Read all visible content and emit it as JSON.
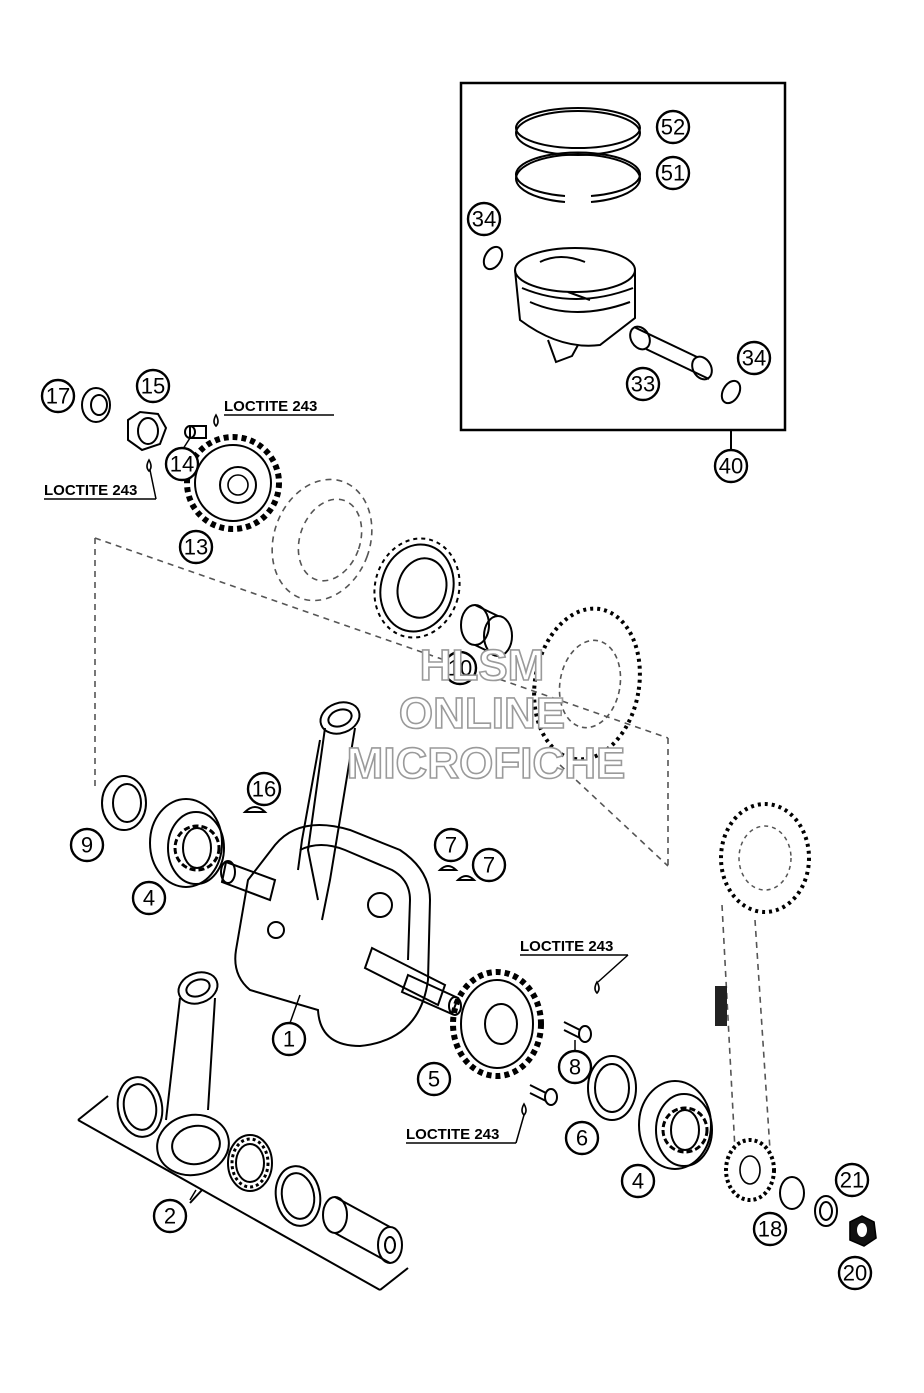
{
  "callouts": {
    "c52": "52",
    "c51": "51",
    "c34a": "34",
    "c34b": "34",
    "c33": "33",
    "c40": "40",
    "c17": "17",
    "c15": "15",
    "c14": "14",
    "c13": "13",
    "c10": "10",
    "c16": "16",
    "c9": "9",
    "c4a": "4",
    "c4b": "4",
    "c7a": "7",
    "c7b": "7",
    "c1": "1",
    "c5": "5",
    "c8": "8",
    "c6": "6",
    "c2": "2",
    "c18": "18",
    "c21": "21",
    "c20": "20"
  },
  "notes": {
    "loctite_1": "LOCTITE 243",
    "loctite_2": "LOCTITE 243",
    "loctite_3": "LOCTITE 243",
    "loctite_4": "LOCTITE 243"
  },
  "watermark": {
    "line1": "HLSM",
    "line2": "ONLINE",
    "line3": "MICROFICHE"
  },
  "colors": {
    "ink": "#000000",
    "watermark_outline": "#9a9a9a",
    "background": "#ffffff"
  }
}
